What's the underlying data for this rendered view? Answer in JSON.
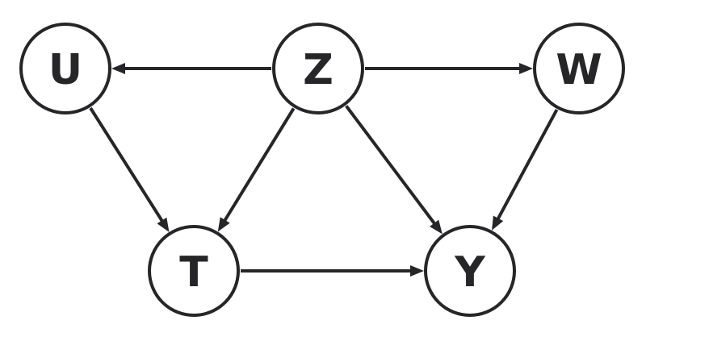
{
  "colors": {
    "stroke": "#262527",
    "node_fill": "#ffffff",
    "background": "#ffffff"
  },
  "nodes": [
    {
      "id": "U",
      "label": "U"
    },
    {
      "id": "Z",
      "label": "Z"
    },
    {
      "id": "W",
      "label": "W"
    },
    {
      "id": "T",
      "label": "T"
    },
    {
      "id": "Y",
      "label": "Y"
    }
  ],
  "edges": [
    {
      "from": "Z",
      "to": "U"
    },
    {
      "from": "Z",
      "to": "W"
    },
    {
      "from": "U",
      "to": "T"
    },
    {
      "from": "Z",
      "to": "T"
    },
    {
      "from": "Z",
      "to": "Y"
    },
    {
      "from": "W",
      "to": "Y"
    },
    {
      "from": "T",
      "to": "Y"
    }
  ]
}
